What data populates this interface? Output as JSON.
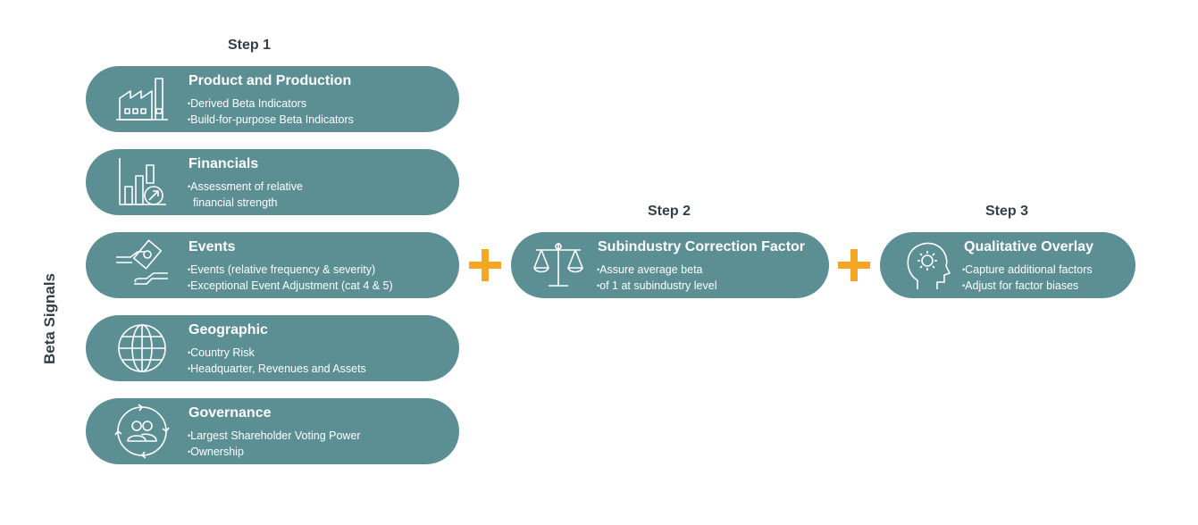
{
  "side_label": "Beta Signals",
  "steps": {
    "step1": "Step 1",
    "step2": "Step 2",
    "step3": "Step 3"
  },
  "step1_cards": [
    {
      "title": "Product and Production",
      "icon": "factory-icon",
      "bullets": [
        "Derived Beta Indicators",
        "Build-for-purpose Beta Indicators"
      ]
    },
    {
      "title": "Financials",
      "icon": "bar-chart-growth-icon",
      "bullets": [
        "Assessment of relative",
        "financial strength"
      ]
    },
    {
      "title": "Events",
      "icon": "hands-money-exchange-icon",
      "bullets": [
        "Events (relative frequency & severity)",
        "Exceptional Event Adjustment (cat 4 & 5)"
      ]
    },
    {
      "title": "Geographic",
      "icon": "globe-icon",
      "bullets": [
        "Country Risk",
        "Headquarter, Revenues and Assets"
      ]
    },
    {
      "title": "Governance",
      "icon": "people-cycle-icon",
      "bullets": [
        "Largest Shareholder Voting Power",
        "Ownership"
      ]
    }
  ],
  "step2_card": {
    "title": "Subindustry Correction Factor",
    "icon": "balance-scale-icon",
    "bullets": [
      "Assure average beta",
      "of 1 at subindustry level"
    ]
  },
  "step3_card": {
    "title": "Qualitative Overlay",
    "icon": "head-gear-icon",
    "bullets": [
      "Capture additional factors",
      "Adjust for factor biases"
    ]
  },
  "colors": {
    "card_bg": "#5b8f94",
    "plus": "#f5a623",
    "label": "#333f48"
  }
}
